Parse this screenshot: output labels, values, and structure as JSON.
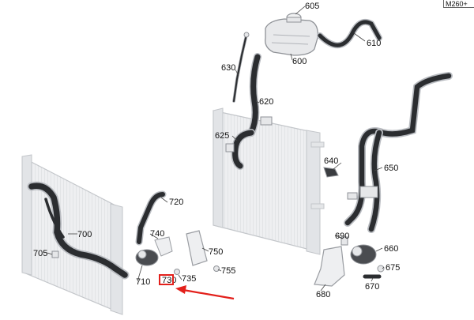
{
  "model_code": "M260+",
  "labels": {
    "l605": "605",
    "l610": "610",
    "l600": "600",
    "l630": "630",
    "l620": "620",
    "l625": "625",
    "l640": "640",
    "l650": "650",
    "l720": "720",
    "l700": "700",
    "l740": "740",
    "l750": "750",
    "l705": "705",
    "l710": "710",
    "l730": "730",
    "l735": "735",
    "l755": "755",
    "l690": "690",
    "l660": "660",
    "l675": "675",
    "l680": "680",
    "l670": "670"
  },
  "colors": {
    "highlight": "#e3201b",
    "arrow": "#e3201b",
    "part_dark": "#2b2d30",
    "part_light": "#e6e7e9",
    "outline": "#b9bcc1"
  }
}
